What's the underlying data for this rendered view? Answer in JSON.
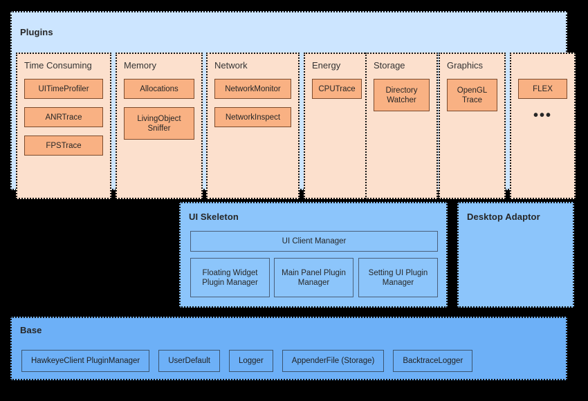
{
  "diagram": {
    "background_color": "#000000",
    "panels": {
      "plugins": {
        "title": "Plugins",
        "fill_color": "#cce5ff",
        "categories": [
          {
            "name": "Time Consuming",
            "items": [
              {
                "label": "UITimeProfiler",
                "tall": false
              },
              {
                "label": "ANRTrace",
                "tall": false
              },
              {
                "label": "FPSTrace",
                "tall": false
              }
            ]
          },
          {
            "name": "Memory",
            "items": [
              {
                "label": "Allocations",
                "tall": false
              },
              {
                "label": "LivingObject Sniffer",
                "tall": true
              }
            ]
          },
          {
            "name": "Network",
            "items": [
              {
                "label": "NetworkMonitor",
                "tall": false
              },
              {
                "label": "NetworkInspect",
                "tall": false
              }
            ]
          },
          {
            "name": "Energy",
            "items": [
              {
                "label": "CPUTrace",
                "tall": false
              }
            ]
          },
          {
            "name": "Storage",
            "items": [
              {
                "label": "Directory Watcher",
                "tall": true
              }
            ]
          },
          {
            "name": "Graphics",
            "items": [
              {
                "label": "OpenGL Trace",
                "tall": true
              }
            ]
          },
          {
            "name": "",
            "items": [
              {
                "label": "FLEX",
                "tall": false
              }
            ],
            "ellipsis": "•••"
          }
        ]
      },
      "ui_skeleton": {
        "title": "UI Skeleton",
        "fill_color": "#8cc5fb",
        "client_manager": "UI Client Manager",
        "managers": [
          "Floating Widget Plugin Manager",
          "Main Panel Plugin Manager",
          "Setting UI Plugin Manager"
        ]
      },
      "desktop_adaptor": {
        "title": "Desktop Adaptor",
        "fill_color": "#8cc5fb"
      },
      "base": {
        "title": "Base",
        "fill_color": "#6db0f7",
        "items": [
          "HawkeyeClient PluginManager",
          "UserDefault",
          "Logger",
          "AppenderFile (Storage)",
          "BacktraceLogger"
        ]
      }
    },
    "colors": {
      "plugin_box_fill": "#f9b183",
      "plugin_box_border": "#7b4a2c",
      "plugin_column_fill": "#fce0cd",
      "dotted_border": "#111111",
      "title_text": "#262626"
    }
  }
}
